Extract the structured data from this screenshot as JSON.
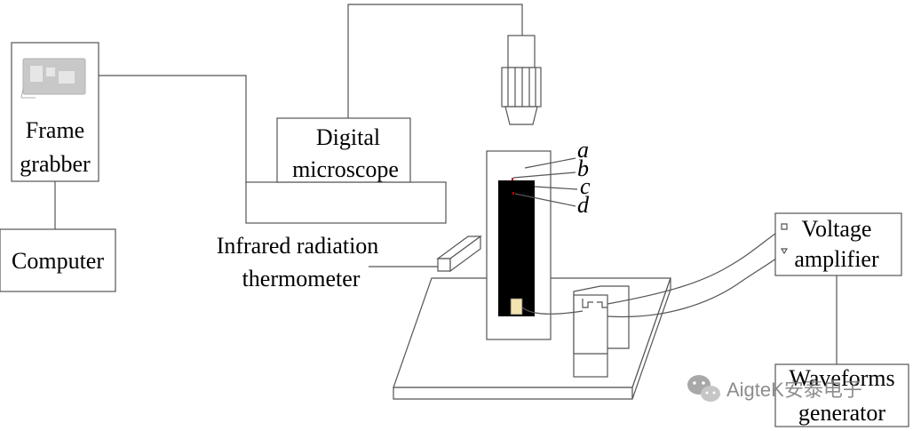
{
  "labels": {
    "frame_grabber": [
      "Frame",
      "grabber"
    ],
    "computer": "Computer",
    "digital_microscope": [
      "Digital",
      "microscope"
    ],
    "infrared_thermometer": [
      "Infrared radiation",
      "thermometer"
    ],
    "voltage_amplifier": [
      "Voltage",
      "amplifier"
    ],
    "waveforms_generator": [
      "Waveforms",
      "generator"
    ],
    "callouts": [
      "a",
      "b",
      "c",
      "d"
    ]
  },
  "watermark": "AigteK安泰电子",
  "colors": {
    "line": "#555555",
    "sample": "#000000",
    "electrode": "#f3e3b0",
    "marker": "#cc0000",
    "card": "#c8c8c8"
  },
  "icons": {
    "frame_grabber": "pci-card-icon",
    "watermark": "wechat-icon"
  }
}
